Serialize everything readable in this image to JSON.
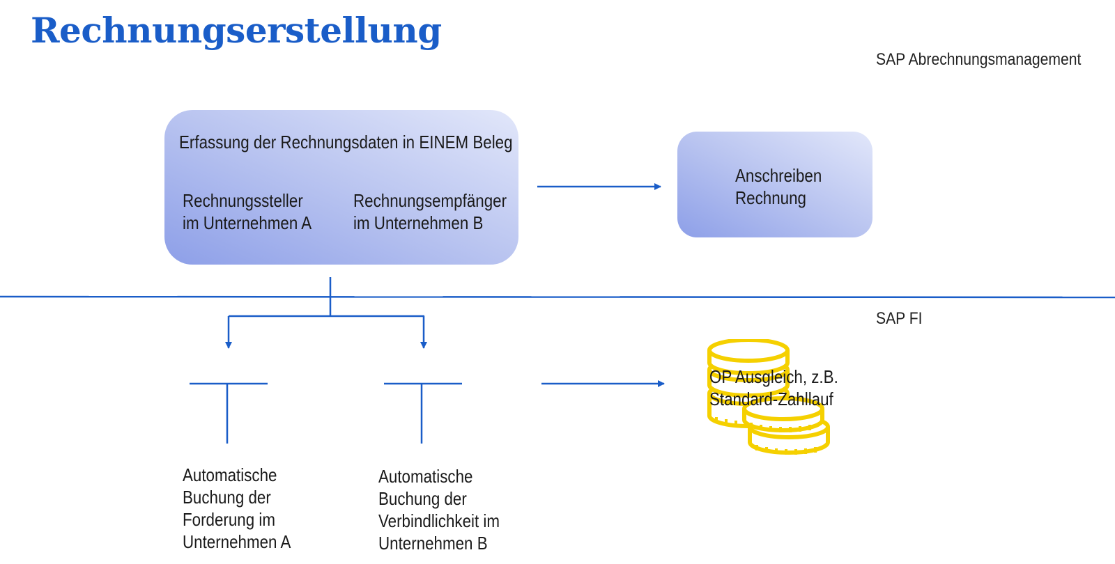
{
  "title": "Rechnungserstellung",
  "zones": {
    "top": "SAP Abrechnungsmanagement",
    "bottom": "SAP FI"
  },
  "capture_box": {
    "heading": "Erfassung der Rechnungsdaten in EINEM Beleg",
    "issuer": "Rechnungssteller\nim Unternehmen A",
    "recipient": "Rechnungsempfänger\nim Unternehmen B"
  },
  "letter_box": {
    "label": "Anschreiben\nRechnung"
  },
  "postings": {
    "a": "Automatische\nBuchung der\nForderung im\nUnternehmen A",
    "b": "Automatische\nBuchung der\nVerbindlichkeit im\nUnternehmen B"
  },
  "clearing": {
    "label": "OP Ausgleich, z.B.\nStandard-Zahllauf"
  },
  "colors": {
    "accent": "#1a5dc8",
    "coin": "#f5d000",
    "box_dark": "#8d9fe8",
    "box_light": "#e2e7fa"
  }
}
